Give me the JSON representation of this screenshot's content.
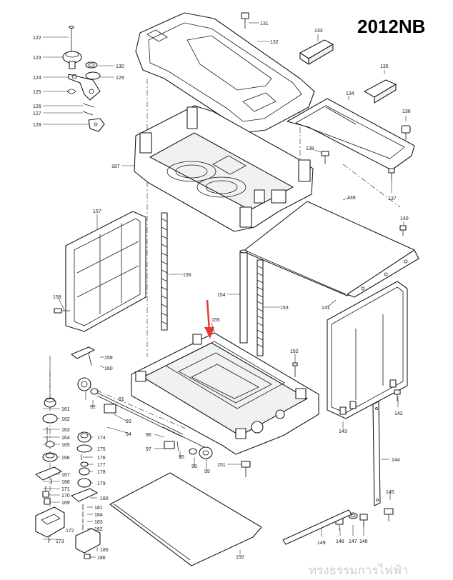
{
  "model_number": "2012NB",
  "watermark": "ทรงธรรมการไฟฟ้า",
  "colors": {
    "indicator_arrow": "#e53935",
    "line": "#1a1a1a",
    "watermark": "#cfcfcf"
  },
  "callouts": {
    "p91": "91",
    "p92": "92",
    "p93": "93",
    "p94": "94",
    "p95": "95",
    "p96": "96",
    "p97": "97",
    "p98": "98",
    "p99": "99",
    "p122": "122",
    "p123": "123",
    "p124": "124",
    "p125": "125",
    "p126": "126",
    "p127": "127",
    "p128": "128",
    "p129": "129",
    "p130": "130",
    "p131": "131",
    "p132": "132",
    "p133": "133",
    "p134": "134",
    "p135": "135",
    "p136": "136",
    "p137": "137",
    "p138": "138",
    "p139": "139",
    "p140": "140",
    "p141": "141",
    "p142": "142",
    "p143": "143",
    "p144": "144",
    "p145": "145",
    "p146": "146",
    "p147": "147",
    "p148": "148",
    "p149": "149",
    "p150": "150",
    "p151": "151",
    "p152": "152",
    "p153": "153",
    "p154": "154",
    "p155": "155",
    "p156": "156",
    "p157": "157",
    "p158": "158",
    "p159": "159",
    "p160": "160",
    "p161": "161",
    "p162": "162",
    "p163": "163",
    "p164": "164",
    "p165": "165",
    "p166": "166",
    "p167": "167",
    "p168": "168",
    "p169": "169",
    "p170": "170",
    "p171": "171",
    "p172": "172",
    "p173": "173",
    "p174": "174",
    "p175": "175",
    "p176": "176",
    "p177": "177",
    "p178": "178",
    "p179": "179",
    "p180": "180",
    "p181": "181",
    "p182": "182",
    "p183": "183",
    "p184": "184",
    "p185": "185",
    "p186": "186",
    "p187": "187"
  }
}
